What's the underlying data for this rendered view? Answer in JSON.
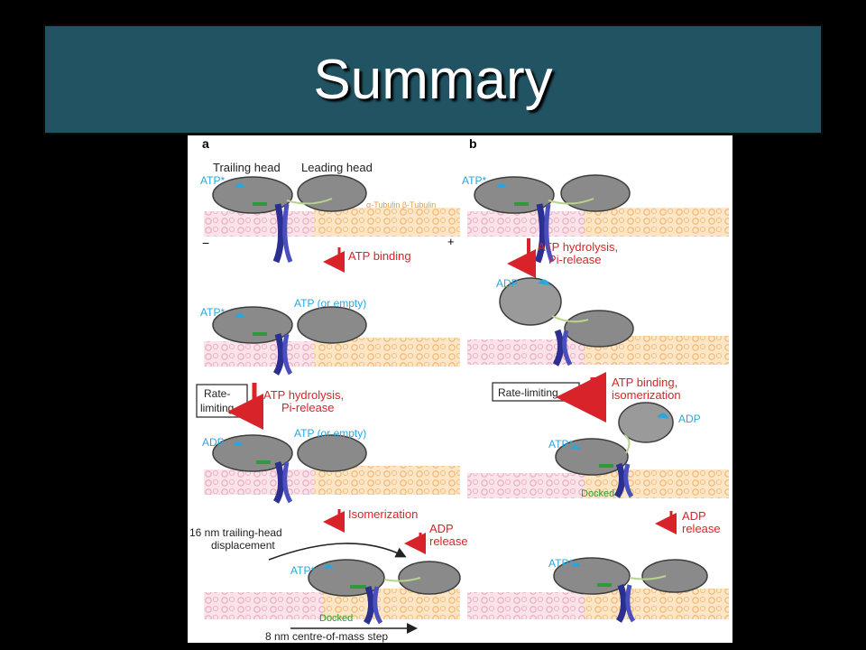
{
  "slide": {
    "title": "Summary"
  },
  "panel_a": {
    "letter": "a",
    "trailing_head": "Trailing head",
    "leading_head": "Leading head",
    "atp_star": "ATP*",
    "tubulin": "α-Tubulin β-Tubulin",
    "minus": "−",
    "plus": "+",
    "step1_label": "ATP binding",
    "row2_atp_or_empty": "ATP (or empty)",
    "rate_limiting_line1": "Rate-",
    "rate_limiting_line2": "limiting",
    "step2_line1": "ATP hydrolysis,",
    "step2_line2": "Pi-release",
    "adp": "ADP",
    "row3_atp_or_empty": "ATP (or empty)",
    "step3_label": "Isomerization",
    "adp_release_line1": "ADP",
    "adp_release_line2": "release",
    "displacement_line1": "16 nm trailing-head",
    "displacement_line2": "displacement",
    "docked": "Docked",
    "centre_step": "8 nm centre-of-mass step"
  },
  "panel_b": {
    "letter": "b",
    "atp_star": "ATP*",
    "step1_line1": "ATP hydrolysis,",
    "step1_line2": "Pi-release",
    "adp": "ADP",
    "rate_limiting": "Rate-limiting",
    "step2_line1": "ATP binding,",
    "step2_line2": "isomerization",
    "adp_tethered": "ADP",
    "docked": "Docked",
    "adp_release_line1": "ADP",
    "adp_release_line2": "release"
  },
  "colors": {
    "title_bg": "#215362",
    "arrow_red": "#d9232a",
    "atp_blue": "#2aa6dc",
    "docked_green": "#2f9a3a",
    "helix_navy": "#2b2f8f",
    "tubulin_pink": "#f2c4d4",
    "tubulin_orange": "#f6cf9a",
    "protein_gray": "#6d6d6d"
  }
}
